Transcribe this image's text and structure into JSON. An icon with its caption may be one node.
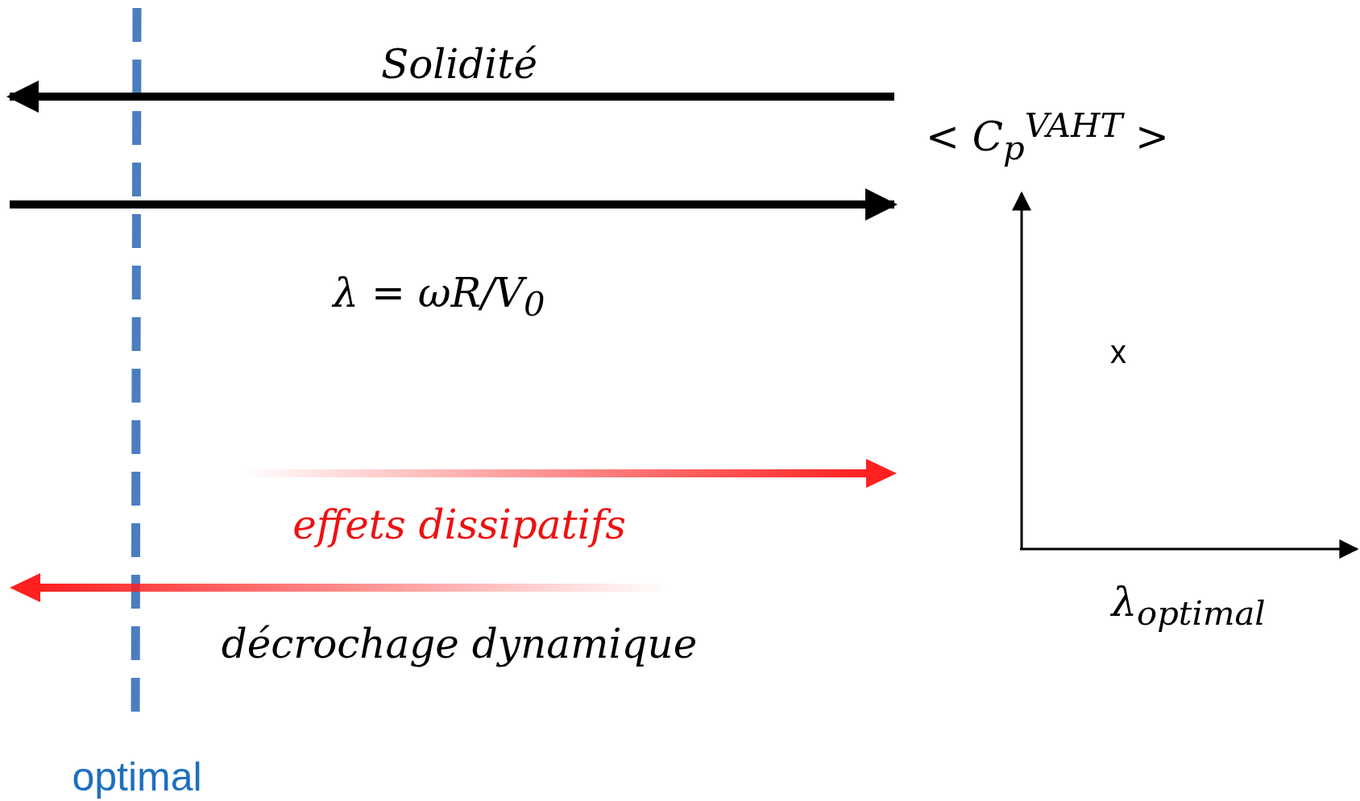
{
  "diagram": {
    "labels": [
      "Solidité",
      "< C$_{p}$$^{VAHT}$ >",
      "λ = ωR/V$_{0}$",
      "x",
      "effets dissipatifs",
      "λ$_{optimal}$",
      "décrochage dynamique",
      "optimal"
    ]
  }
}
